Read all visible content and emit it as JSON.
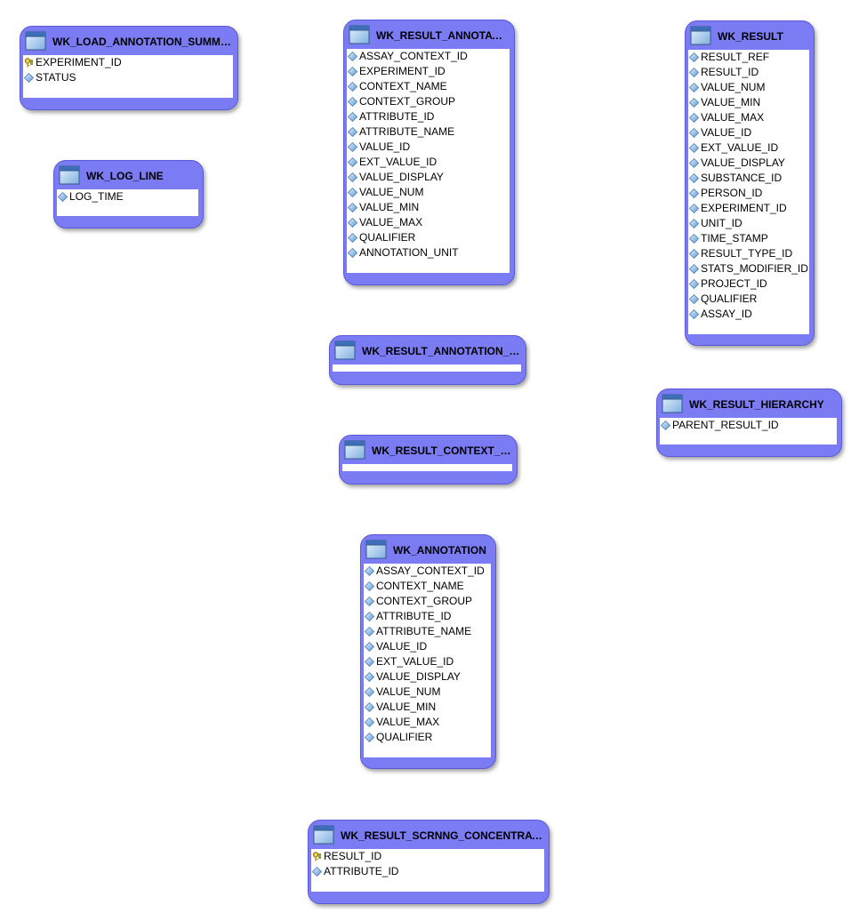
{
  "entities": [
    {
      "id": "wk_load_annotation_summary",
      "title": "WK_LOAD_ANNOTATION_SUMMA...",
      "columns": [
        {
          "name": "EXPERIMENT_ID",
          "key": true
        },
        {
          "name": "STATUS",
          "key": false
        }
      ]
    },
    {
      "id": "wk_log_line",
      "title": "WK_LOG_LINE",
      "columns": [
        {
          "name": "LOG_TIME",
          "key": false
        }
      ]
    },
    {
      "id": "wk_result_annotation",
      "title": "WK_RESULT_ANNOTATI...",
      "columns": [
        {
          "name": "ASSAY_CONTEXT_ID",
          "key": false
        },
        {
          "name": "EXPERIMENT_ID",
          "key": false
        },
        {
          "name": "CONTEXT_NAME",
          "key": false
        },
        {
          "name": "CONTEXT_GROUP",
          "key": false
        },
        {
          "name": "ATTRIBUTE_ID",
          "key": false
        },
        {
          "name": "ATTRIBUTE_NAME",
          "key": false
        },
        {
          "name": "VALUE_ID",
          "key": false
        },
        {
          "name": "EXT_VALUE_ID",
          "key": false
        },
        {
          "name": "VALUE_DISPLAY",
          "key": false
        },
        {
          "name": "VALUE_NUM",
          "key": false
        },
        {
          "name": "VALUE_MIN",
          "key": false
        },
        {
          "name": "VALUE_MAX",
          "key": false
        },
        {
          "name": "QUALIFIER",
          "key": false
        },
        {
          "name": "ANNOTATION_UNIT",
          "key": false
        }
      ]
    },
    {
      "id": "wk_result",
      "title": "WK_RESULT",
      "columns": [
        {
          "name": "RESULT_REF",
          "key": false
        },
        {
          "name": "RESULT_ID",
          "key": false
        },
        {
          "name": "VALUE_NUM",
          "key": false
        },
        {
          "name": "VALUE_MIN",
          "key": false
        },
        {
          "name": "VALUE_MAX",
          "key": false
        },
        {
          "name": "VALUE_ID",
          "key": false
        },
        {
          "name": "EXT_VALUE_ID",
          "key": false
        },
        {
          "name": "VALUE_DISPLAY",
          "key": false
        },
        {
          "name": "SUBSTANCE_ID",
          "key": false
        },
        {
          "name": "PERSON_ID",
          "key": false
        },
        {
          "name": "EXPERIMENT_ID",
          "key": false
        },
        {
          "name": "UNIT_ID",
          "key": false
        },
        {
          "name": "TIME_STAMP",
          "key": false
        },
        {
          "name": "RESULT_TYPE_ID",
          "key": false
        },
        {
          "name": "STATS_MODIFIER_ID",
          "key": false
        },
        {
          "name": "PROJECT_ID",
          "key": false
        },
        {
          "name": "QUALIFIER",
          "key": false
        },
        {
          "name": "ASSAY_ID",
          "key": false
        }
      ]
    },
    {
      "id": "wk_result_annotation_s",
      "title": "WK_RESULT_ANNOTATION_S...",
      "columns": []
    },
    {
      "id": "wk_result_hierarchy",
      "title": "WK_RESULT_HIERARCHY",
      "columns": [
        {
          "name": "PARENT_RESULT_ID",
          "key": false
        }
      ]
    },
    {
      "id": "wk_result_context_s",
      "title": "WK_RESULT_CONTEXT_S...",
      "columns": []
    },
    {
      "id": "wk_annotation",
      "title": "WK_ANNOTATION",
      "columns": [
        {
          "name": "ASSAY_CONTEXT_ID",
          "key": false
        },
        {
          "name": "CONTEXT_NAME",
          "key": false
        },
        {
          "name": "CONTEXT_GROUP",
          "key": false
        },
        {
          "name": "ATTRIBUTE_ID",
          "key": false
        },
        {
          "name": "ATTRIBUTE_NAME",
          "key": false
        },
        {
          "name": "VALUE_ID",
          "key": false
        },
        {
          "name": "EXT_VALUE_ID",
          "key": false
        },
        {
          "name": "VALUE_DISPLAY",
          "key": false
        },
        {
          "name": "VALUE_NUM",
          "key": false
        },
        {
          "name": "VALUE_MIN",
          "key": false
        },
        {
          "name": "VALUE_MAX",
          "key": false
        },
        {
          "name": "QUALIFIER",
          "key": false
        }
      ]
    },
    {
      "id": "wk_result_scrnng_concentration",
      "title": "WK_RESULT_SCRNNG_CONCENTRATI...",
      "columns": [
        {
          "name": "RESULT_ID",
          "key": true
        },
        {
          "name": "ATTRIBUTE_ID",
          "key": false
        }
      ]
    }
  ],
  "colors": {
    "entity_fill": "#7b7bf4",
    "entity_border": "#5a5ad8",
    "body_fill": "#ffffff"
  }
}
